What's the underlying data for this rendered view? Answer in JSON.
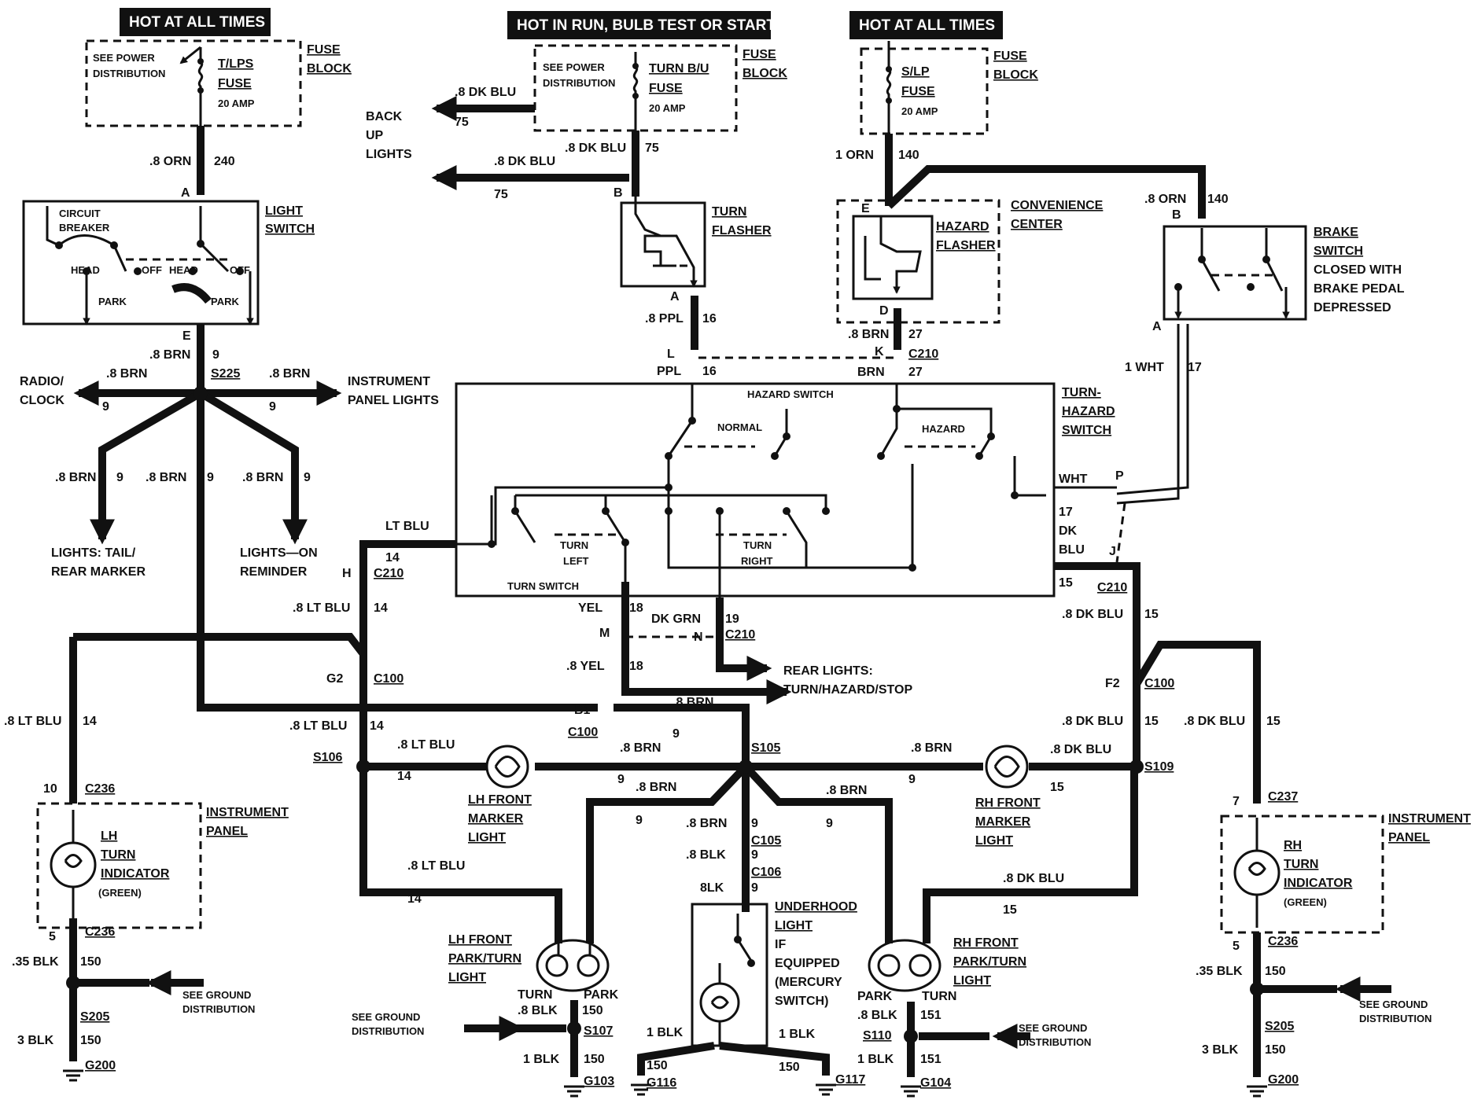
{
  "headers": {
    "left": "HOT AT ALL TIMES",
    "middle": "HOT IN RUN,  BULB TEST OR START",
    "right": "HOT AT ALL TIMES"
  },
  "fuses": {
    "tlps": {
      "title": "T/LPS",
      "sub": "FUSE",
      "amp": "20 AMP",
      "see": [
        "SEE POWER",
        "DISTRIBUTION"
      ],
      "block": [
        "FUSE",
        "BLOCK"
      ]
    },
    "turnbu": {
      "title": "TURN B/U",
      "sub": "FUSE",
      "amp": "20 AMP",
      "see": [
        "SEE POWER",
        "DISTRIBUTION"
      ],
      "block": [
        "FUSE",
        "BLOCK"
      ]
    },
    "slp": {
      "title": "S/LP",
      "sub": "FUSE",
      "amp": "20 AMP",
      "block": [
        "FUSE",
        "BLOCK"
      ]
    }
  },
  "components": {
    "light_switch": [
      "LIGHT",
      "SWITCH"
    ],
    "light_switch_internal": {
      "cb": [
        "CIRCUIT",
        "BREAKER"
      ],
      "head1": "HEAD",
      "off1": "OFF",
      "park1": "PARK",
      "head2": "HEAD",
      "off2": "OFF",
      "park2": "PARK"
    },
    "turn_flasher": [
      "TURN",
      "FLASHER"
    ],
    "hazard_flasher": [
      "HAZARD",
      "FLASHER"
    ],
    "convenience_center": [
      "CONVENIENCE",
      "CENTER"
    ],
    "brake_switch": [
      "BRAKE",
      "SWITCH"
    ],
    "brake_note": [
      "CLOSED WITH",
      "BRAKE PEDAL",
      "DEPRESSED"
    ],
    "turn_hazard_switch": [
      "TURN-",
      "HAZARD",
      "SWITCH"
    ],
    "hazard_switch": "HAZARD SWITCH",
    "turn_switch": "TURN SWITCH",
    "normal": "NORMAL",
    "hazard": "HAZARD",
    "turn_left": [
      "TURN",
      "LEFT"
    ],
    "turn_right": [
      "TURN",
      "RIGHT"
    ],
    "lh_front_marker": [
      "LH FRONT",
      "MARKER",
      "LIGHT"
    ],
    "rh_front_marker": [
      "RH FRONT",
      "MARKER",
      "LIGHT"
    ],
    "lh_front_park": [
      "LH FRONT",
      "PARK/TURN",
      "LIGHT"
    ],
    "rh_front_park": [
      "RH FRONT",
      "PARK/TURN",
      "LIGHT"
    ],
    "lh_turn_ind": [
      "LH",
      "TURN",
      "INDICATOR",
      "(GREEN)"
    ],
    "rh_turn_ind": [
      "RH",
      "TURN",
      "INDICATOR",
      "(GREEN)"
    ],
    "instrument_panel": [
      "INSTRUMENT",
      "PANEL"
    ],
    "underhood": [
      "UNDERHOOD",
      "LIGHT",
      "IF",
      "EQUIPPED",
      "(MERCURY",
      "SWITCH)"
    ]
  },
  "destinations": {
    "backup": [
      "BACK",
      "UP",
      "LIGHTS"
    ],
    "radio": [
      "RADIO/",
      "CLOCK"
    ],
    "ip_lights": [
      "INSTRUMENT",
      "PANEL LIGHTS"
    ],
    "tail": [
      "LIGHTS:  TAIL/",
      "REAR MARKER"
    ],
    "lights_on": [
      "LIGHTS—ON",
      "REMINDER"
    ],
    "rear_lights": [
      "REAR LIGHTS:",
      "TURN/HAZARD/STOP"
    ],
    "see_ground": [
      "SEE GROUND",
      "DISTRIBUTION"
    ]
  },
  "labels": {
    "orn08": ".8 ORN",
    "c240": "240",
    "orn1": "1 ORN",
    "c140": "140",
    "orn08b": ".8 ORN",
    "dkblu08": ".8 DK BLU",
    "c75": "75",
    "c16": "16",
    "ppl08": ".8 PPL",
    "ppl": "PPL",
    "brn08": ".8 BRN",
    "c27": "27",
    "brn": "BRN",
    "c9": "9",
    "wht1": "1 WHT",
    "c17": "17",
    "wht": "WHT",
    "dk": "DK",
    "blu": "BLU",
    "c15": "15",
    "ltblu": "LT BLU",
    "c14": "14",
    "ltblu08": ".8 LT BLU",
    "yel": "YEL",
    "yel08": ".8 YEL",
    "c18": "18",
    "dkgrn": "DK GRN",
    "c19": "19",
    "blk035": ".35 BLK",
    "c150": "150",
    "blk3": "3 BLK",
    "blk1": "1 BLK",
    "blk08": ".8 BLK",
    "c151": "151",
    "blk8": "8LK",
    "turn": "TURN",
    "park": "PARK",
    "c10": "10",
    "c5": "5",
    "c7": "7"
  },
  "pins": {
    "A": "A",
    "B": "B",
    "E": "E",
    "D": "D",
    "L": "L",
    "K": "K",
    "H": "H",
    "M": "M",
    "N": "N",
    "P": "P",
    "J": "J",
    "G2": "G2",
    "F2": "F2",
    "B1": "B1"
  },
  "connectors": {
    "c210": "C210",
    "c100": "C100",
    "c236": "C236",
    "c237": "C237",
    "c105": "C105",
    "c106": "C106"
  },
  "splices": {
    "s225": "S225",
    "s106": "S106",
    "s105": "S105",
    "s109": "S109",
    "s205": "S205",
    "s107": "S107",
    "s110": "S110"
  },
  "grounds": {
    "g200": "G200",
    "g103": "G103",
    "g116": "G116",
    "g117": "G117",
    "g104": "G104"
  }
}
